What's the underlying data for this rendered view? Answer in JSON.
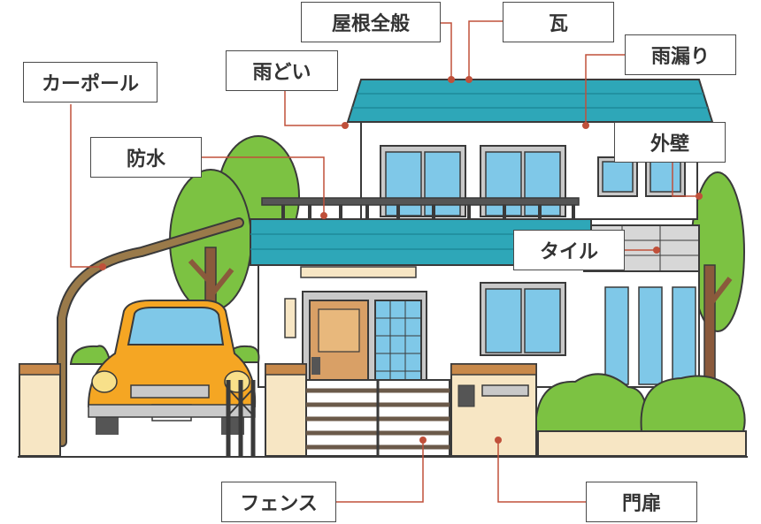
{
  "labels": {
    "roof_general": "屋根全般",
    "tile": "瓦",
    "rain_leak": "雨漏り",
    "gutter": "雨どい",
    "carport": "カーポール",
    "waterproofing": "防水",
    "exterior_wall": "外壁",
    "tiling": "タイル",
    "fence": "フェンス",
    "gate": "門扉"
  },
  "colors": {
    "roof": "#2ea7b8",
    "roof_dark": "#1f8a99",
    "window": "#7fc8e8",
    "tree": "#7cc242",
    "trunk": "#8a5a3c",
    "car": "#f5a623",
    "leader": "#c0503a",
    "outline": "#3a3a3a",
    "wall": "#ffffff",
    "beige": "#f7e6c4"
  }
}
